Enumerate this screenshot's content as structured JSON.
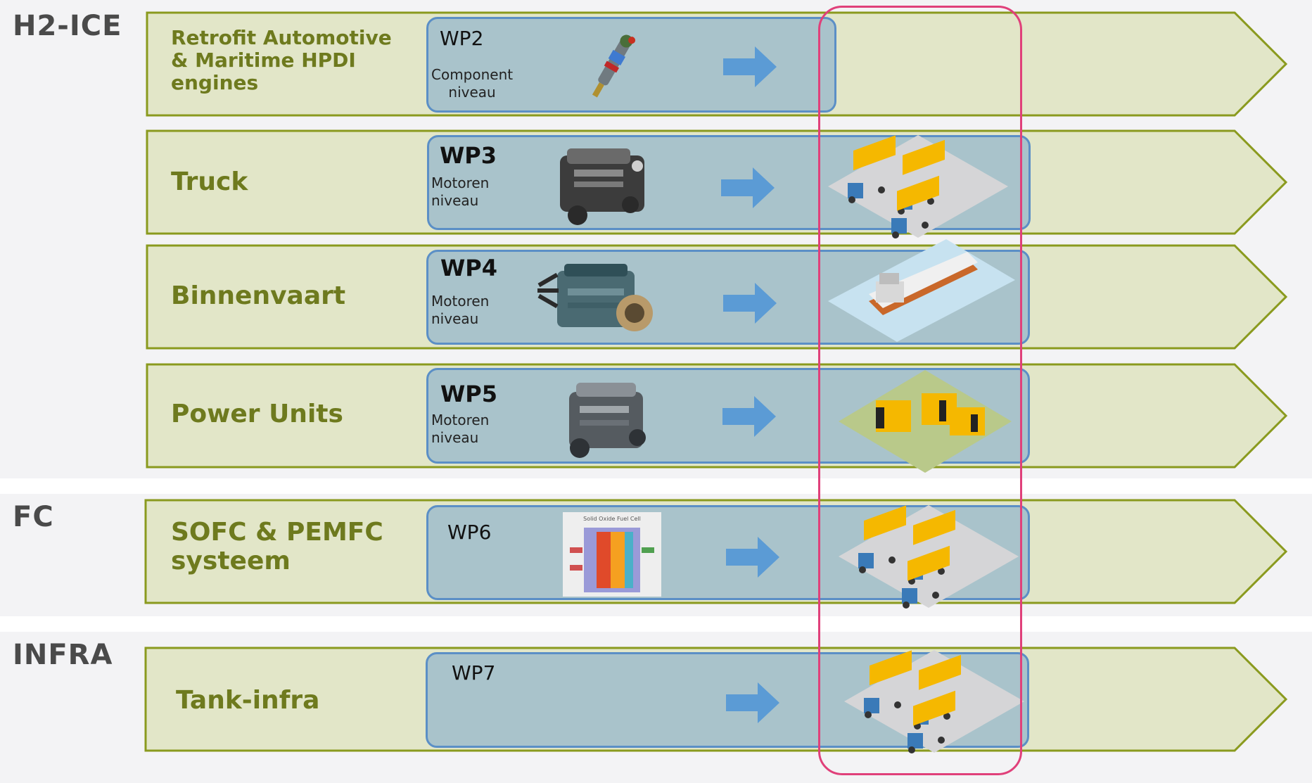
{
  "groups": {
    "h2ice": "H2-ICE",
    "fc": "FC",
    "infra": "INFRA"
  },
  "rows": [
    {
      "title": "Retrofit Automotive\n& Maritime HPDI\nengines",
      "wp": "WP2",
      "sub": "Component\nniveau",
      "thumb": "fuel-injector-icon",
      "vehicle": ""
    },
    {
      "title": "Truck",
      "wp": "WP3",
      "sub": "Motoren\nniveau",
      "thumb": "truck-engine-icon",
      "vehicle": "trucks-icon"
    },
    {
      "title": "Binnenvaart",
      "wp": "WP4",
      "sub": "Motoren\nniveau",
      "thumb": "marine-engine-icon",
      "vehicle": "ship-icon"
    },
    {
      "title": "Power Units",
      "wp": "WP5",
      "sub": "Motoren\nniveau",
      "thumb": "engine-icon",
      "vehicle": "power-units-icon"
    },
    {
      "title": "SOFC & PEMFC\nsysteem",
      "wp": "WP6",
      "sub": "",
      "thumb": "fuel-cell-diagram-icon",
      "vehicle": "trucks-icon"
    },
    {
      "title": "Tank-infra",
      "wp": "WP7",
      "sub": "",
      "thumb": "",
      "vehicle": "trucks-icon"
    }
  ],
  "fuel_cell_caption": "Solid Oxide Fuel Cell",
  "colors": {
    "chevron_fill": "#e2e6c8",
    "chevron_border": "#8a9a1e",
    "title_text": "#6e7a1e",
    "wp_box_fill": "#a9c3cb",
    "wp_box_border": "#5b8fc6",
    "arrow_blue": "#5b9bd5",
    "highlight": "#e0407a",
    "truck_yellow": "#f5b800"
  }
}
